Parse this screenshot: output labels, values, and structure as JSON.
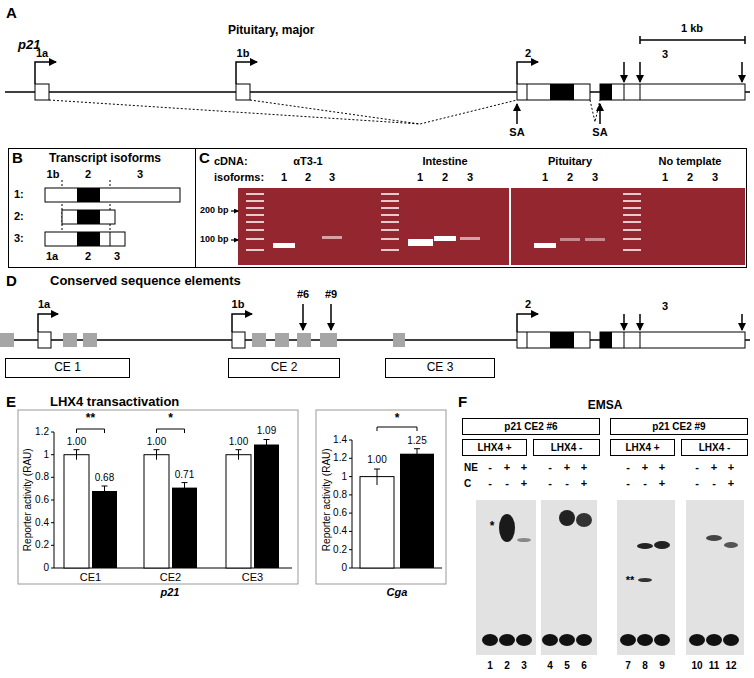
{
  "diagram": {
    "nodes": [
      {
        "text": [
          "B",
          "Transcript isoforms"
        ]
      },
      {
        "text": [
          "C"
        ]
      },
      {
        "text": [
          "CE 1"
        ]
      },
      {
        "text": [
          "CE 2"
        ]
      },
      {
        "text": [
          "CE 3"
        ]
      },
      {
        "text": [
          "p21 CE2 #6"
        ]
      },
      {
        "text": [
          "LHX4 +"
        ]
      },
      {
        "text": [
          "LHX4 -"
        ]
      },
      {
        "text": [
          "p21 CE2 #9"
        ]
      },
      {
        "text": [
          "LHX4 +"
        ]
      },
      {
        "text": [
          "LHX4 -"
        ]
      }
    ],
    "labels": [
      "A",
      "p21",
      "Pituitary, major",
      "1 kb",
      "1a",
      "1b",
      "2",
      "3",
      "SA",
      "SA",
      "1b",
      "2",
      "3",
      "1:",
      "2:",
      "3:",
      "1a",
      "2",
      "3",
      "cDNA:",
      "αT3-1",
      "Intestine",
      "Pituitary",
      "No template",
      "isoforms:",
      "1",
      "2",
      "3",
      "1",
      "2",
      "3",
      "1",
      "2",
      "3",
      "1",
      "2",
      "3",
      "200 bp",
      "100 bp",
      "D",
      "Conserved sequence elements",
      "1a",
      "1b",
      "#6",
      "#9",
      "2",
      "3",
      "E",
      "LHX4 transactivation",
      "Reporter activity (RAU)",
      "0",
      "0.2",
      "0.4",
      "0.6",
      "0.8",
      "1",
      "1.2",
      "1.00",
      "0.68",
      "1.00",
      "0.71",
      "1.00",
      "1.09",
      "**",
      "*",
      "CE1",
      "CE2",
      "CE3",
      "p21",
      "Reporter activity (RAU)",
      "0",
      "0.2",
      "0.4",
      "0.6",
      "0.8",
      "1",
      "1.2",
      "1.4",
      "1.00",
      "1.25",
      "*",
      "Cga",
      "F",
      "EMSA",
      "NE",
      "C",
      "-",
      "+",
      "+",
      "-",
      "+",
      "+",
      "-",
      "+",
      "+",
      "-",
      "+",
      "+",
      "-",
      "-",
      "+",
      "-",
      "-",
      "+",
      "-",
      "-",
      "+",
      "-",
      "-",
      "+",
      "*",
      "**",
      "1",
      "2",
      "3",
      "4",
      "5",
      "6",
      "7",
      "8",
      "9",
      "10",
      "11",
      "12"
    ]
  }
}
